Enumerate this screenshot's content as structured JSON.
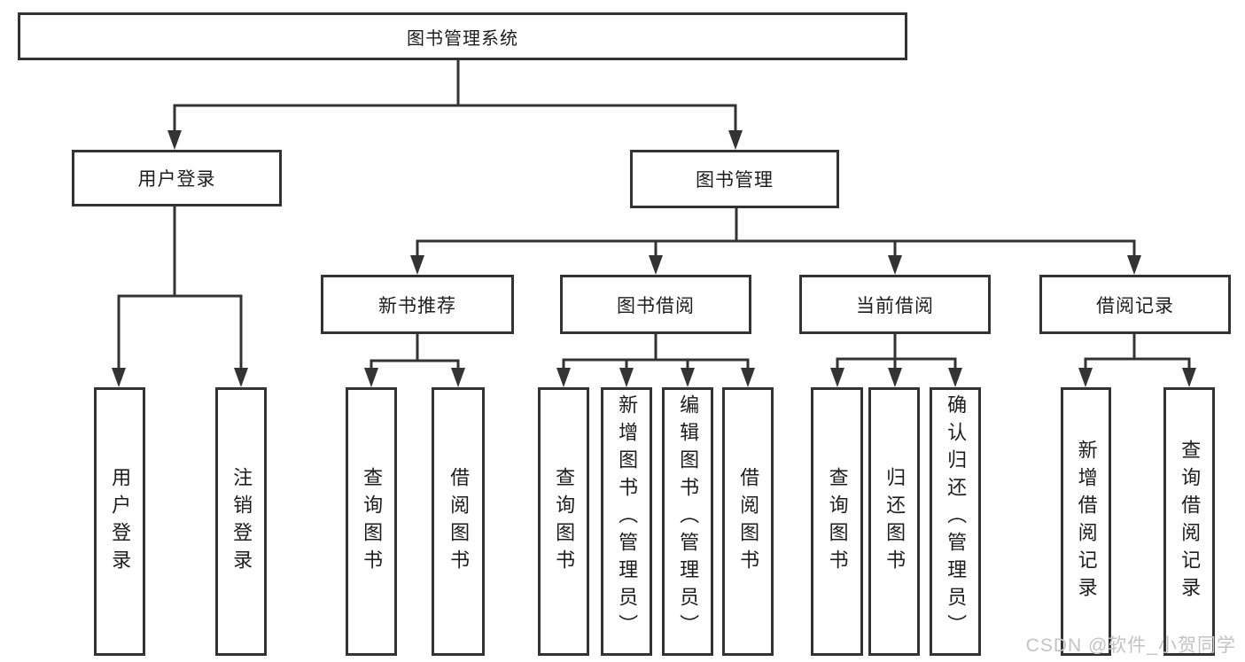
{
  "tree": {
    "root": "图书管理系统",
    "login": {
      "label": "用户登录",
      "children": [
        "用户登录",
        "注销登录"
      ]
    },
    "mgmt": {
      "label": "图书管理"
    },
    "newbooks": {
      "label": "新书推荐",
      "children": [
        "查询图书",
        "借阅图书"
      ]
    },
    "borrow": {
      "label": "图书借阅",
      "children": [
        "查询图书",
        "新增图书（管理员）",
        "编辑图书（管理员）",
        "借阅图书"
      ]
    },
    "current": {
      "label": "当前借阅",
      "children": [
        "查询图书",
        "归还图书",
        "确认归还（管理员）"
      ]
    },
    "records": {
      "label": "借阅记录",
      "children": [
        "新增借阅记录",
        "查询借阅记录"
      ]
    }
  },
  "watermark": {
    "text": "CSDN @软件_小贺同学"
  },
  "colors": {
    "line": "#333333",
    "text": "#1d1d1d",
    "watermark": "#c3c3c3",
    "background": "#ffffff"
  }
}
